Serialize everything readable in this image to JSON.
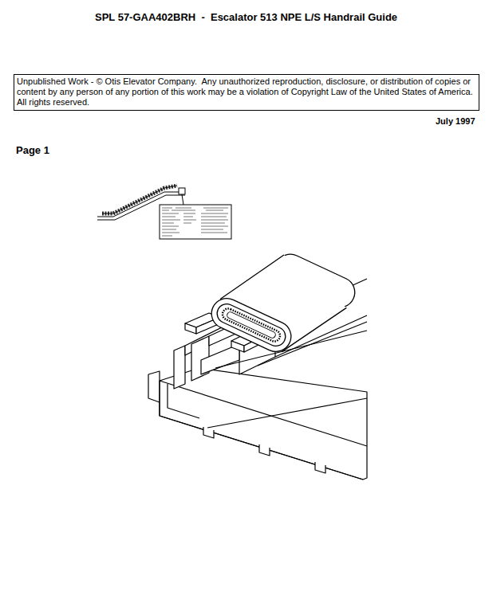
{
  "diagram": {
    "title": "SPL 57-GAA402BRH  -  Escalator 513 NPE L/S Handrail Guide",
    "nodes": [
      {
        "text": [
          "Unpublished Work - © Otis Elevator Company.  Any unauthorized reproduction, disclosure, or distribution of copies or content by any person of any portion of this work may be a violation of Copyright Law of the United States of America.  All rights reserved."
        ]
      }
    ],
    "labels": [
      "July 1997",
      "Page 1"
    ]
  }
}
